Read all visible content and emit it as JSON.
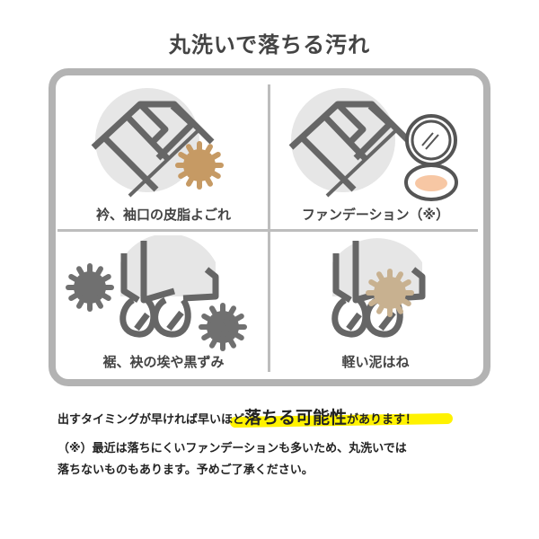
{
  "title": "丸洗いで落ちる汚れ",
  "cells": [
    {
      "label": "衿、袖口の皮脂よごれ",
      "icon": "collar-with-sebum-stain-icon",
      "stain_color": "#c69a64"
    },
    {
      "label": "ファンデーション（※）",
      "icon": "collar-with-compact-foundation-icon",
      "stain_color": "#f7c7a4"
    },
    {
      "label": "裾、袂の埃や黒ずみ",
      "icon": "hem-with-dust-icon",
      "stain_color": "#707070"
    },
    {
      "label": "軽い泥はね",
      "icon": "hem-with-mud-splash-icon",
      "stain_color": "#c8b190"
    }
  ],
  "message": {
    "prefix": "出すタイミングが早ければ早いほど",
    "emphasis": "落ちる可能性",
    "suffix": "があります！",
    "highlight_color": "#fff200"
  },
  "note": {
    "line1": "（※）最近は落ちにくいファンデーションも多いため、丸洗いでは",
    "line2": "落ちないものもあります。予めご了承ください。"
  },
  "colors": {
    "frame": "#b3b3b3",
    "icon_dark": "#666666",
    "icon_light": "#e6e6e6"
  }
}
